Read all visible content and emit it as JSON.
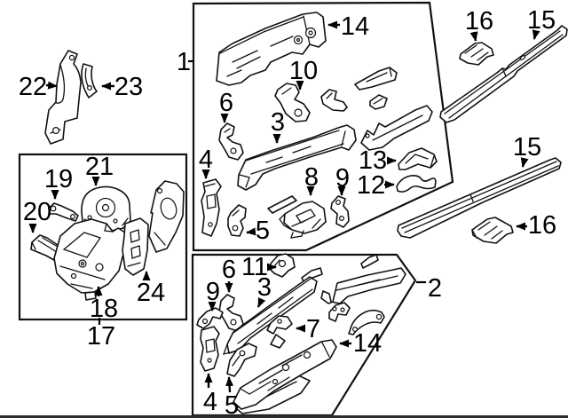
{
  "diagram": {
    "type": "exploded-parts-diagram",
    "background": "#ffffff",
    "line_color": "#111111",
    "bottom_bar_color": "#2e2e2e",
    "callouts": {
      "c1": "1",
      "c2": "2",
      "c3a": "3",
      "c3b": "3",
      "c4a": "4",
      "c4b": "4",
      "c5a": "5",
      "c5b": "5",
      "c6a": "6",
      "c6b": "6",
      "c7": "7",
      "c8": "8",
      "c9a": "9",
      "c9b": "9",
      "c10": "10",
      "c11": "11",
      "c12": "12",
      "c13": "13",
      "c14a": "14",
      "c14b": "14",
      "c15a": "15",
      "c15b": "15",
      "c16a": "16",
      "c16b": "16",
      "c17": "17",
      "c18": "18",
      "c19": "19",
      "c20": "20",
      "c21": "21",
      "c22": "22",
      "c23": "23",
      "c24": "24"
    }
  }
}
